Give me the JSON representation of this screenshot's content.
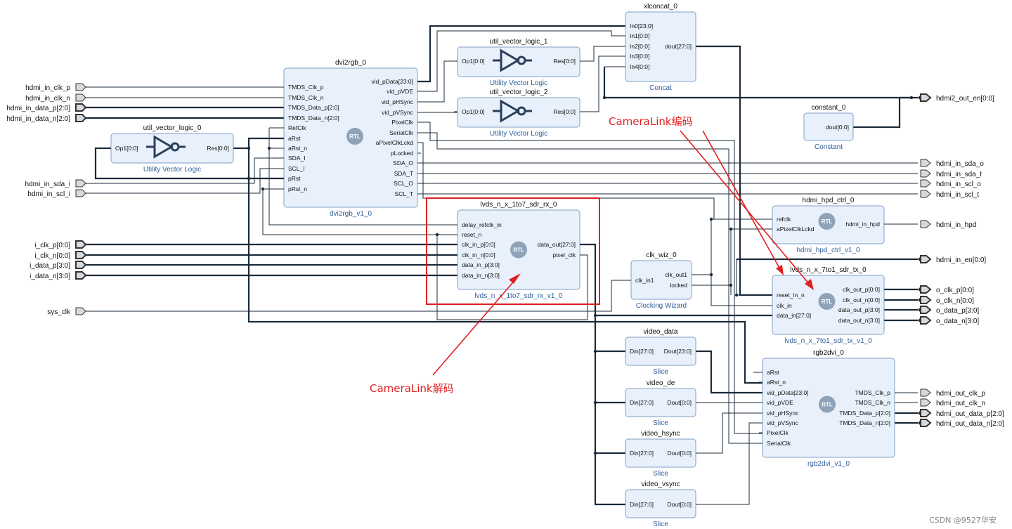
{
  "ext_inputs": [
    {
      "label": "hdmi_in_clk_p",
      "bus": false
    },
    {
      "label": "hdmi_in_clk_n",
      "bus": false
    },
    {
      "label": "hdmi_in_data_p[2:0]",
      "bus": true
    },
    {
      "label": "hdmi_in_data_n[2:0]",
      "bus": true
    },
    {
      "label": "hdmi_in_sda_i",
      "bus": false
    },
    {
      "label": "hdmi_in_scl_i",
      "bus": false
    },
    {
      "label": "i_clk_p[0:0]",
      "bus": true
    },
    {
      "label": "i_clk_n[0:0]",
      "bus": true
    },
    {
      "label": "i_data_p[3:0]",
      "bus": true
    },
    {
      "label": "i_data_n[3:0]",
      "bus": true
    },
    {
      "label": "sys_clk",
      "bus": false
    }
  ],
  "ext_outputs": [
    {
      "label": "hdmi2_out_en[0:0]",
      "bus": true
    },
    {
      "label": "hdmi_in_sda_o",
      "bus": false
    },
    {
      "label": "hdmi_in_sda_t",
      "bus": false
    },
    {
      "label": "hdmi_in_scl_o",
      "bus": false
    },
    {
      "label": "hdmi_in_scl_t",
      "bus": false
    },
    {
      "label": "hdmi_in_hpd",
      "bus": false
    },
    {
      "label": "hdmi_in_en[0:0]",
      "bus": true
    },
    {
      "label": "o_clk_p[0:0]",
      "bus": true
    },
    {
      "label": "o_clk_n[0:0]",
      "bus": true
    },
    {
      "label": "o_data_p[3:0]",
      "bus": true
    },
    {
      "label": "o_data_n[3:0]",
      "bus": true
    },
    {
      "label": "hdmi_out_clk_p",
      "bus": false
    },
    {
      "label": "hdmi_out_clk_n",
      "bus": false
    },
    {
      "label": "hdmi_out_data_p[2:0]",
      "bus": true
    },
    {
      "label": "hdmi_out_data_n[2:0]",
      "bus": true
    }
  ],
  "blocks": [
    {
      "id": "xlconcat_0",
      "title": "xlconcat_0",
      "subtitle": "Concat",
      "rtl": false,
      "inputs": [
        "In0[23:0]",
        "In1[0:0]",
        "In2[0:0]",
        "In3[0:0]",
        "In4[0:0]"
      ],
      "outputs": [
        "dout[27:0]"
      ]
    },
    {
      "id": "util_vector_logic_1",
      "title": "util_vector_logic_1",
      "subtitle": "Utility Vector Logic",
      "rtl": false,
      "inverter": true,
      "inputs": [
        "Op1[0:0]"
      ],
      "outputs": [
        "Res[0:0]"
      ]
    },
    {
      "id": "util_vector_logic_2",
      "title": "util_vector_logic_2",
      "subtitle": "Utility Vector Logic",
      "rtl": false,
      "inverter": true,
      "inputs": [
        "Op1[0:0]"
      ],
      "outputs": [
        "Res[0:0]"
      ]
    },
    {
      "id": "util_vector_logic_0",
      "title": "util_vector_logic_0",
      "subtitle": "Utility Vector Logic",
      "rtl": false,
      "inverter": true,
      "inputs": [
        "Op1[0:0]"
      ],
      "outputs": [
        "Res[0:0]"
      ]
    },
    {
      "id": "constant_0",
      "title": "constant_0",
      "subtitle": "Constant",
      "rtl": false,
      "inputs": [],
      "outputs": [
        "dout[0:0]"
      ]
    },
    {
      "id": "dvi2rgb_0",
      "title": "dvi2rgb_0",
      "subtitle": "dvi2rgb_v1_0",
      "rtl": true,
      "inputs": [
        "TMDS_Clk_p",
        "TMDS_Clk_n",
        "TMDS_Data_p[2:0]",
        "TMDS_Data_n[2:0]",
        "RefClk",
        "aRst",
        "aRst_n",
        "SDA_I",
        "SCL_I",
        "pRst",
        "pRst_n"
      ],
      "outputs": [
        "vid_pData[23:0]",
        "vid_pVDE",
        "vid_pHSync",
        "vid_pVSync",
        "PixelClk",
        "SerialClk",
        "aPixelClkLckd",
        "pLocked",
        "SDA_O",
        "SDA_T",
        "SCL_O",
        "SCL_T"
      ]
    },
    {
      "id": "lvds_rx",
      "title": "lvds_n_x_1to7_sdr_rx_0",
      "subtitle": "lvds_n_x_1to7_sdr_rx_v1_0",
      "rtl": true,
      "inputs": [
        "delay_refclk_in",
        "reset_n",
        "clk_in_p[0:0]",
        "clk_in_n[0:0]",
        "data_in_p[3:0]",
        "data_in_n[3:0]"
      ],
      "outputs": [
        "data_out[27:0]",
        "pixel_clk"
      ]
    },
    {
      "id": "hdmi_hpd_ctrl_0",
      "title": "hdmi_hpd_ctrl_0",
      "subtitle": "hdmi_hpd_ctrl_v1_0",
      "rtl": true,
      "inputs": [
        "refclk",
        "aPixelClkLckd"
      ],
      "outputs": [
        "hdmi_in_hpd"
      ]
    },
    {
      "id": "clk_wiz_0",
      "title": "clk_wiz_0",
      "subtitle": "Clocking Wizard",
      "rtl": false,
      "inputs": [
        "clk_in1"
      ],
      "outputs": [
        "clk_out1",
        "locked"
      ]
    },
    {
      "id": "lvds_tx",
      "title": "lvds_n_x_7to1_sdr_tx_0",
      "subtitle": "lvds_n_x_7to1_sdr_tx_v1_0",
      "rtl": true,
      "inputs": [
        "reset_in_n",
        "clk_in",
        "data_in[27:0]"
      ],
      "outputs": [
        "clk_out_p[0:0]",
        "clk_out_n[0:0]",
        "data_out_p[3:0]",
        "data_out_n[3:0]"
      ]
    },
    {
      "id": "video_data",
      "title": "video_data",
      "subtitle": "Slice",
      "rtl": false,
      "inputs": [
        "Din[27:0]"
      ],
      "outputs": [
        "Dout[23:0]"
      ]
    },
    {
      "id": "video_de",
      "title": "video_de",
      "subtitle": "Slice",
      "rtl": false,
      "inputs": [
        "Din[27:0]"
      ],
      "outputs": [
        "Dout[0:0]"
      ]
    },
    {
      "id": "video_hsync",
      "title": "video_hsync",
      "subtitle": "Slice",
      "rtl": false,
      "inputs": [
        "Din[27:0]"
      ],
      "outputs": [
        "Dout[0:0]"
      ]
    },
    {
      "id": "video_vsync",
      "title": "video_vsync",
      "subtitle": "Slice",
      "rtl": false,
      "inputs": [
        "Din[27:0]"
      ],
      "outputs": [
        "Dout[0:0]"
      ]
    },
    {
      "id": "rgb2dvi_0",
      "title": "rgb2dvi_0",
      "subtitle": "rgb2dvi_v1_0",
      "rtl": true,
      "inputs": [
        "aRst",
        "aRst_n",
        "vid_pData[23:0]",
        "vid_pVDE",
        "vid_pHSync",
        "vid_pVSync",
        "PixelClk",
        "SerialClk"
      ],
      "outputs": [
        "TMDS_Clk_p",
        "TMDS_Clk_n",
        "TMDS_Data_p[2:0]",
        "TMDS_Data_n[2:0]"
      ]
    }
  ],
  "rtl_badge": "RTL",
  "annotations": {
    "encode": "CameraLink编码",
    "decode": "CameraLink解码",
    "color": "#e02020"
  },
  "watermark": "CSDN @9527华安",
  "colors": {
    "block_fill": "#e8f1fb",
    "block_stroke": "#7f9fc4",
    "subtitle": "#2f5f9a",
    "wire": "#1a2a3a",
    "rtl_badge": "#8fa3b8"
  }
}
